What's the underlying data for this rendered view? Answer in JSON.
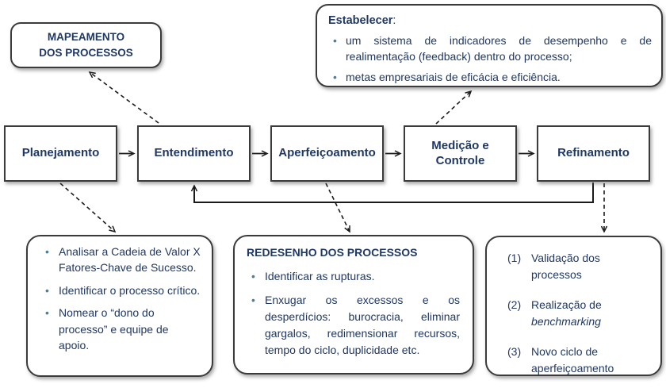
{
  "colors": {
    "text_navy": "#1f3864",
    "bullet_teal": "#4e7e98",
    "box_border": "#3b3b3b",
    "background": "#ffffff"
  },
  "flow": {
    "steps": [
      {
        "label": "Planejamento"
      },
      {
        "label": "Entendimento"
      },
      {
        "label": "Aperfeiçoamento"
      },
      {
        "label": [
          "Medição e",
          "Controle"
        ]
      },
      {
        "label": "Refinamento"
      }
    ]
  },
  "callouts": {
    "mapeamento": {
      "label": [
        "MAPEAMENTO",
        "DOS PROCESSOS"
      ]
    },
    "estabelecer": {
      "title": "Estabelecer",
      "colon": ":",
      "bullets": [
        "um sistema de indicadores de desempenho e de realimentação (feedback) dentro do processo;",
        "metas empresariais de eficácia e eficiência."
      ]
    },
    "planejamento_detalhe": {
      "bullets": [
        "Analisar a Cadeia de Valor X Fatores-Chave de Sucesso.",
        "Identificar o processo crítico.",
        "Nomear o “dono do processo”  e equipe de apoio."
      ]
    },
    "redesenho": {
      "title": "REDESENHO DOS PROCESSOS",
      "bullets": [
        "Identificar as rupturas.",
        "Enxugar os excessos e os desperdícios: burocracia, eliminar gargalos, redimensionar recursos, tempo do ciclo, duplicidade etc."
      ]
    },
    "refinamento_detalhe": {
      "items": [
        {
          "num": "(1)",
          "text": "Validação dos processos",
          "italic": ""
        },
        {
          "num": "(2)",
          "text": "Realização de ",
          "italic": "benchmarking"
        },
        {
          "num": "(3)",
          "text": "Novo ciclo de aperfeiçoamento",
          "italic": ""
        }
      ]
    }
  }
}
